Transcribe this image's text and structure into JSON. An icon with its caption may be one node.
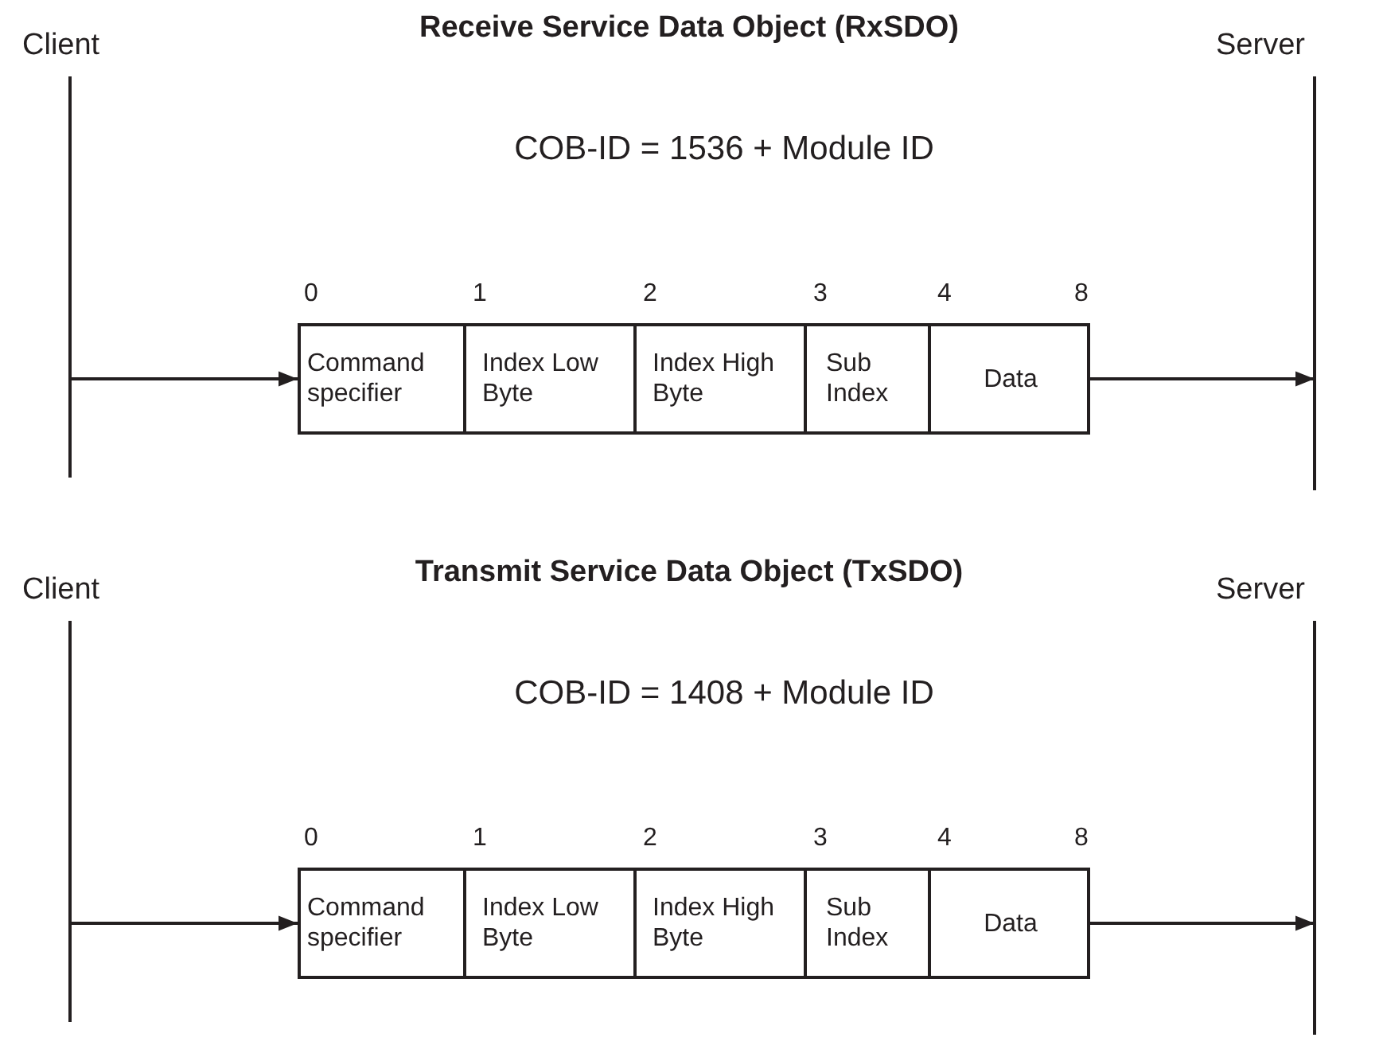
{
  "diagram": {
    "nodes": [
      {
        "text": [
          "Client"
        ]
      },
      {
        "text": [
          "Server"
        ]
      },
      {
        "text": [],
        "shape": "box"
      },
      {
        "text": [
          "Command specifier"
        ],
        "in": 2
      },
      {
        "text": [
          "Index Low Byte"
        ],
        "in": 2
      },
      {
        "text": [
          "Index High Byte"
        ],
        "in": 2
      },
      {
        "text": [
          "Sub Index"
        ],
        "in": 2
      },
      {
        "text": [
          "Data"
        ],
        "in": 2
      },
      {
        "text": [
          "Client"
        ]
      },
      {
        "text": [
          "Server"
        ]
      },
      {
        "text": [],
        "shape": "box"
      },
      {
        "text": [
          "Command specifier"
        ],
        "in": 10
      },
      {
        "text": [
          "Index Low Byte"
        ],
        "in": 10
      },
      {
        "text": [
          "Index High Byte"
        ],
        "in": 10
      },
      {
        "text": [
          "Sub Index"
        ],
        "in": 10
      },
      {
        "text": [
          "Data"
        ],
        "in": 10
      }
    ],
    "edges": [
      {
        "from": 0,
        "to": 2,
        "arrow": "to"
      },
      {
        "from": 2,
        "to": 1,
        "arrow": "to"
      },
      {
        "from": 8,
        "to": 10,
        "arrow": "to"
      },
      {
        "from": 10,
        "to": 9,
        "arrow": "to"
      }
    ],
    "labels": [
      "Receive Service Data Object (RxSDO)",
      "COB-ID = 1536 + Module ID",
      "0",
      "1",
      "2",
      "3",
      "4",
      "8",
      "Transmit Service Data Object (TxSDO)",
      "COB-ID = 1408 + Module ID",
      "0",
      "1",
      "2",
      "3",
      "4",
      "8"
    ]
  }
}
